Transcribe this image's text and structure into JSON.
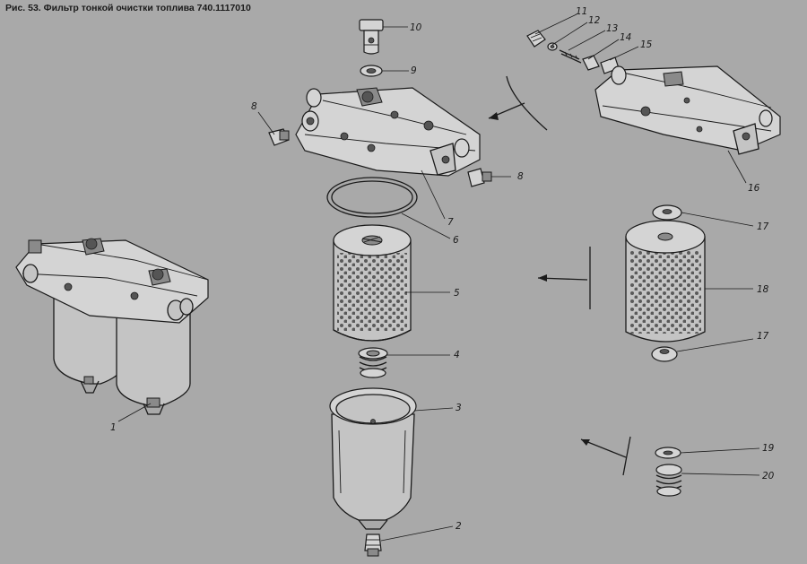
{
  "caption": "Рис. 53. Фильтр тонкой очистки топлива 740.1117010",
  "callouts": [
    "1",
    "2",
    "3",
    "4",
    "5",
    "6",
    "7",
    "8",
    "8",
    "9",
    "10",
    "11",
    "12",
    "13",
    "14",
    "15",
    "16",
    "17",
    "17",
    "18",
    "19",
    "20"
  ]
}
